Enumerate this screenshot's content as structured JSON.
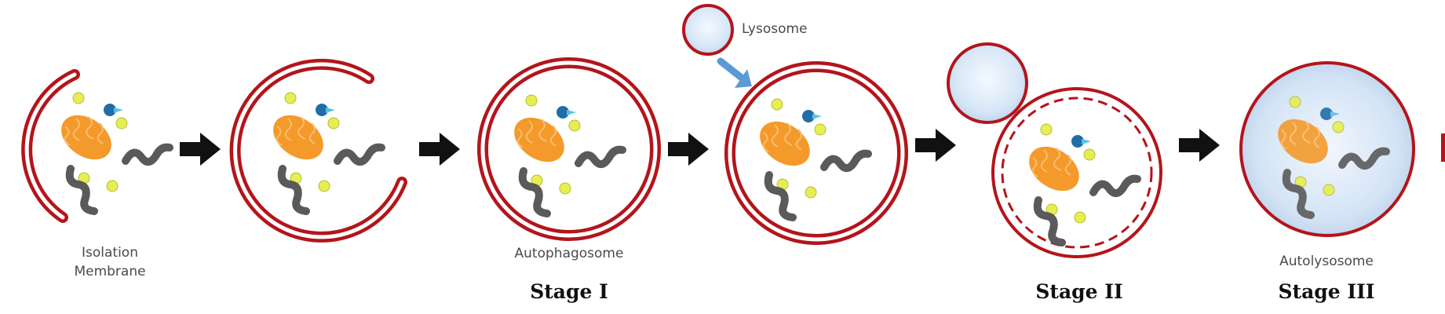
{
  "labels": {
    "isolation_line1": "Isolation",
    "isolation_line2": "Membrane",
    "autophagosome": "Autophagosome",
    "lysosome": "Lysosome",
    "autolysosome": "Autolysosome"
  },
  "stages": {
    "stage1": "Stage I",
    "stage2": "Stage II",
    "stage3": "Stage III"
  },
  "colors": {
    "membrane": "#b3151b",
    "mitochondrion": "#f39a2b",
    "vesicle": "#e6ee52",
    "protein": "#5a5a5a",
    "droplet": "#1f6ea5",
    "lysosome": "#cfe1f5",
    "arrow": "#111111",
    "pointer": "#5b9bd5"
  },
  "icons": [
    "right-arrow-icon",
    "pointer-arrow-icon"
  ]
}
